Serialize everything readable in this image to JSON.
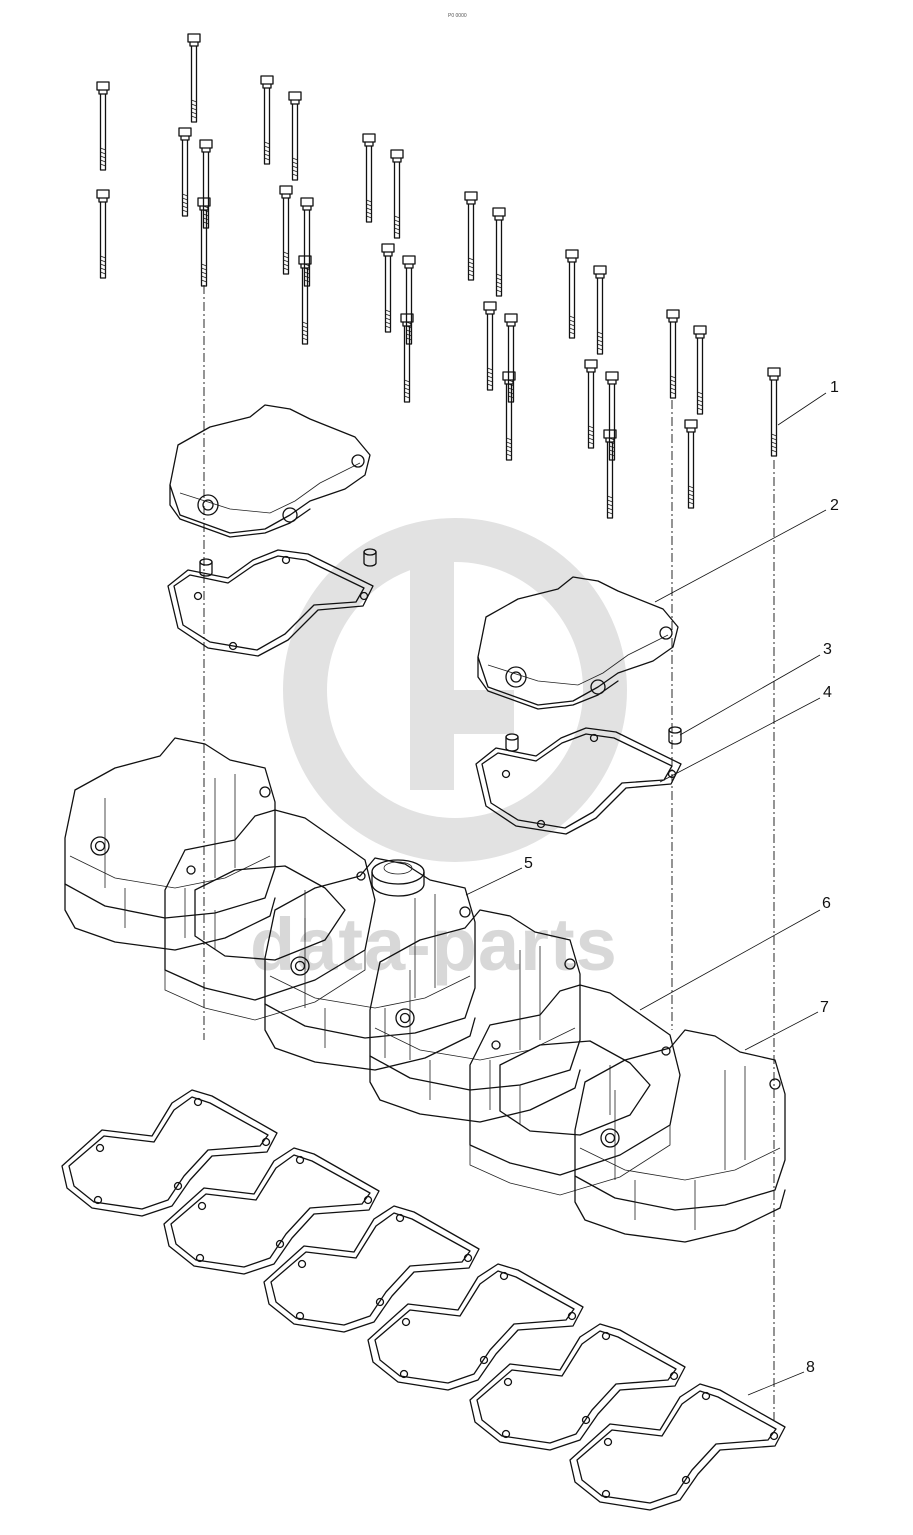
{
  "figure_code": "P0 0000",
  "watermark": {
    "text": "data-parts",
    "color": "#d8d8d8"
  },
  "callouts": [
    {
      "number": "1"
    },
    {
      "number": "2"
    },
    {
      "number": "3"
    },
    {
      "number": "4"
    },
    {
      "number": "5"
    },
    {
      "number": "6"
    },
    {
      "number": "7"
    },
    {
      "number": "8"
    }
  ]
}
